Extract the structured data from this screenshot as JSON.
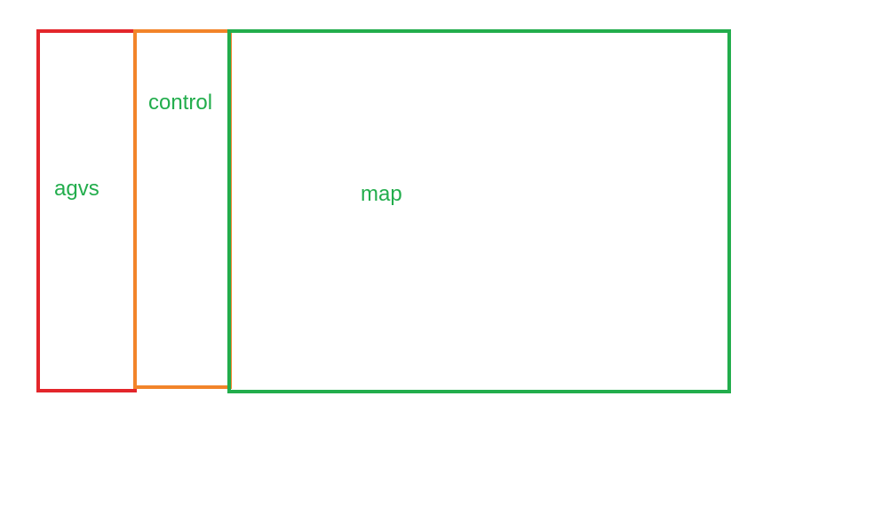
{
  "panels": {
    "agvs": {
      "label": "agvs",
      "border_color": "#e3262b"
    },
    "control": {
      "label": "control",
      "border_color": "#f2842a"
    },
    "map": {
      "label": "map",
      "border_color": "#22ad4c"
    }
  },
  "label_color": "#22ad4c"
}
